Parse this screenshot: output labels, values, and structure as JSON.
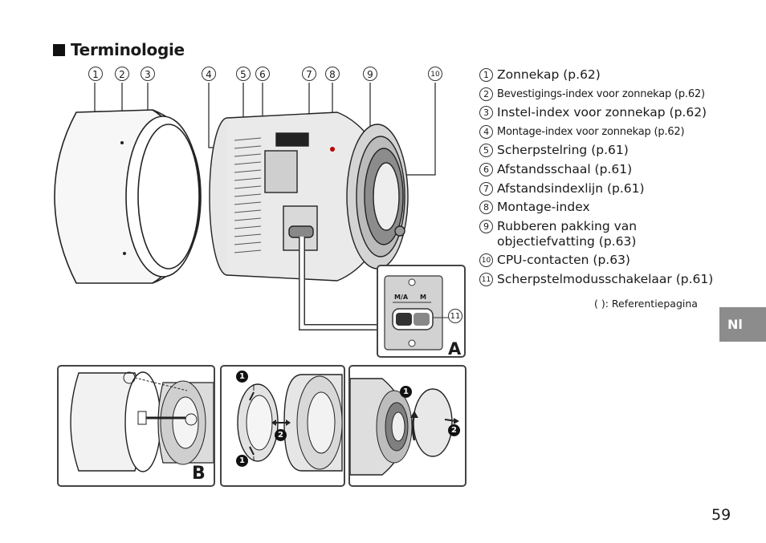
{
  "heading": "Terminologie",
  "callouts": [
    "1",
    "2",
    "3",
    "4",
    "5",
    "6",
    "7",
    "8",
    "9",
    "10"
  ],
  "legend": [
    {
      "num": "1",
      "text": "Zonnekap (p.62)"
    },
    {
      "num": "2",
      "text": "Bevestigings-index voor zonnekap (p.62)"
    },
    {
      "num": "3",
      "text": "Instel-index voor zonnekap (p.62)"
    },
    {
      "num": "4",
      "text": "Montage-index voor zonnekap (p.62)"
    },
    {
      "num": "5",
      "text": "Scherpstelring (p.61)"
    },
    {
      "num": "6",
      "text": "Afstandsschaal (p.61)"
    },
    {
      "num": "7",
      "text": "Afstandsindexlijn (p.61)"
    },
    {
      "num": "8",
      "text": "Montage-index"
    },
    {
      "num": "9",
      "text": "Rubberen pakking van objectiefvatting (p.63)"
    },
    {
      "num": "10",
      "text": "CPU-contacten (p.63)"
    },
    {
      "num": "11",
      "text": "Scherpstelmodusschakelaar (p.61)"
    }
  ],
  "ref_note": "(   ): Referentiepagina",
  "language_tab": "Nl",
  "page_number": "59",
  "panels": {
    "a_label": "A",
    "b_label": "B",
    "switch_ma": "M/A",
    "switch_m": "M",
    "callout_11": "11",
    "step1": "1",
    "step2": "2"
  }
}
